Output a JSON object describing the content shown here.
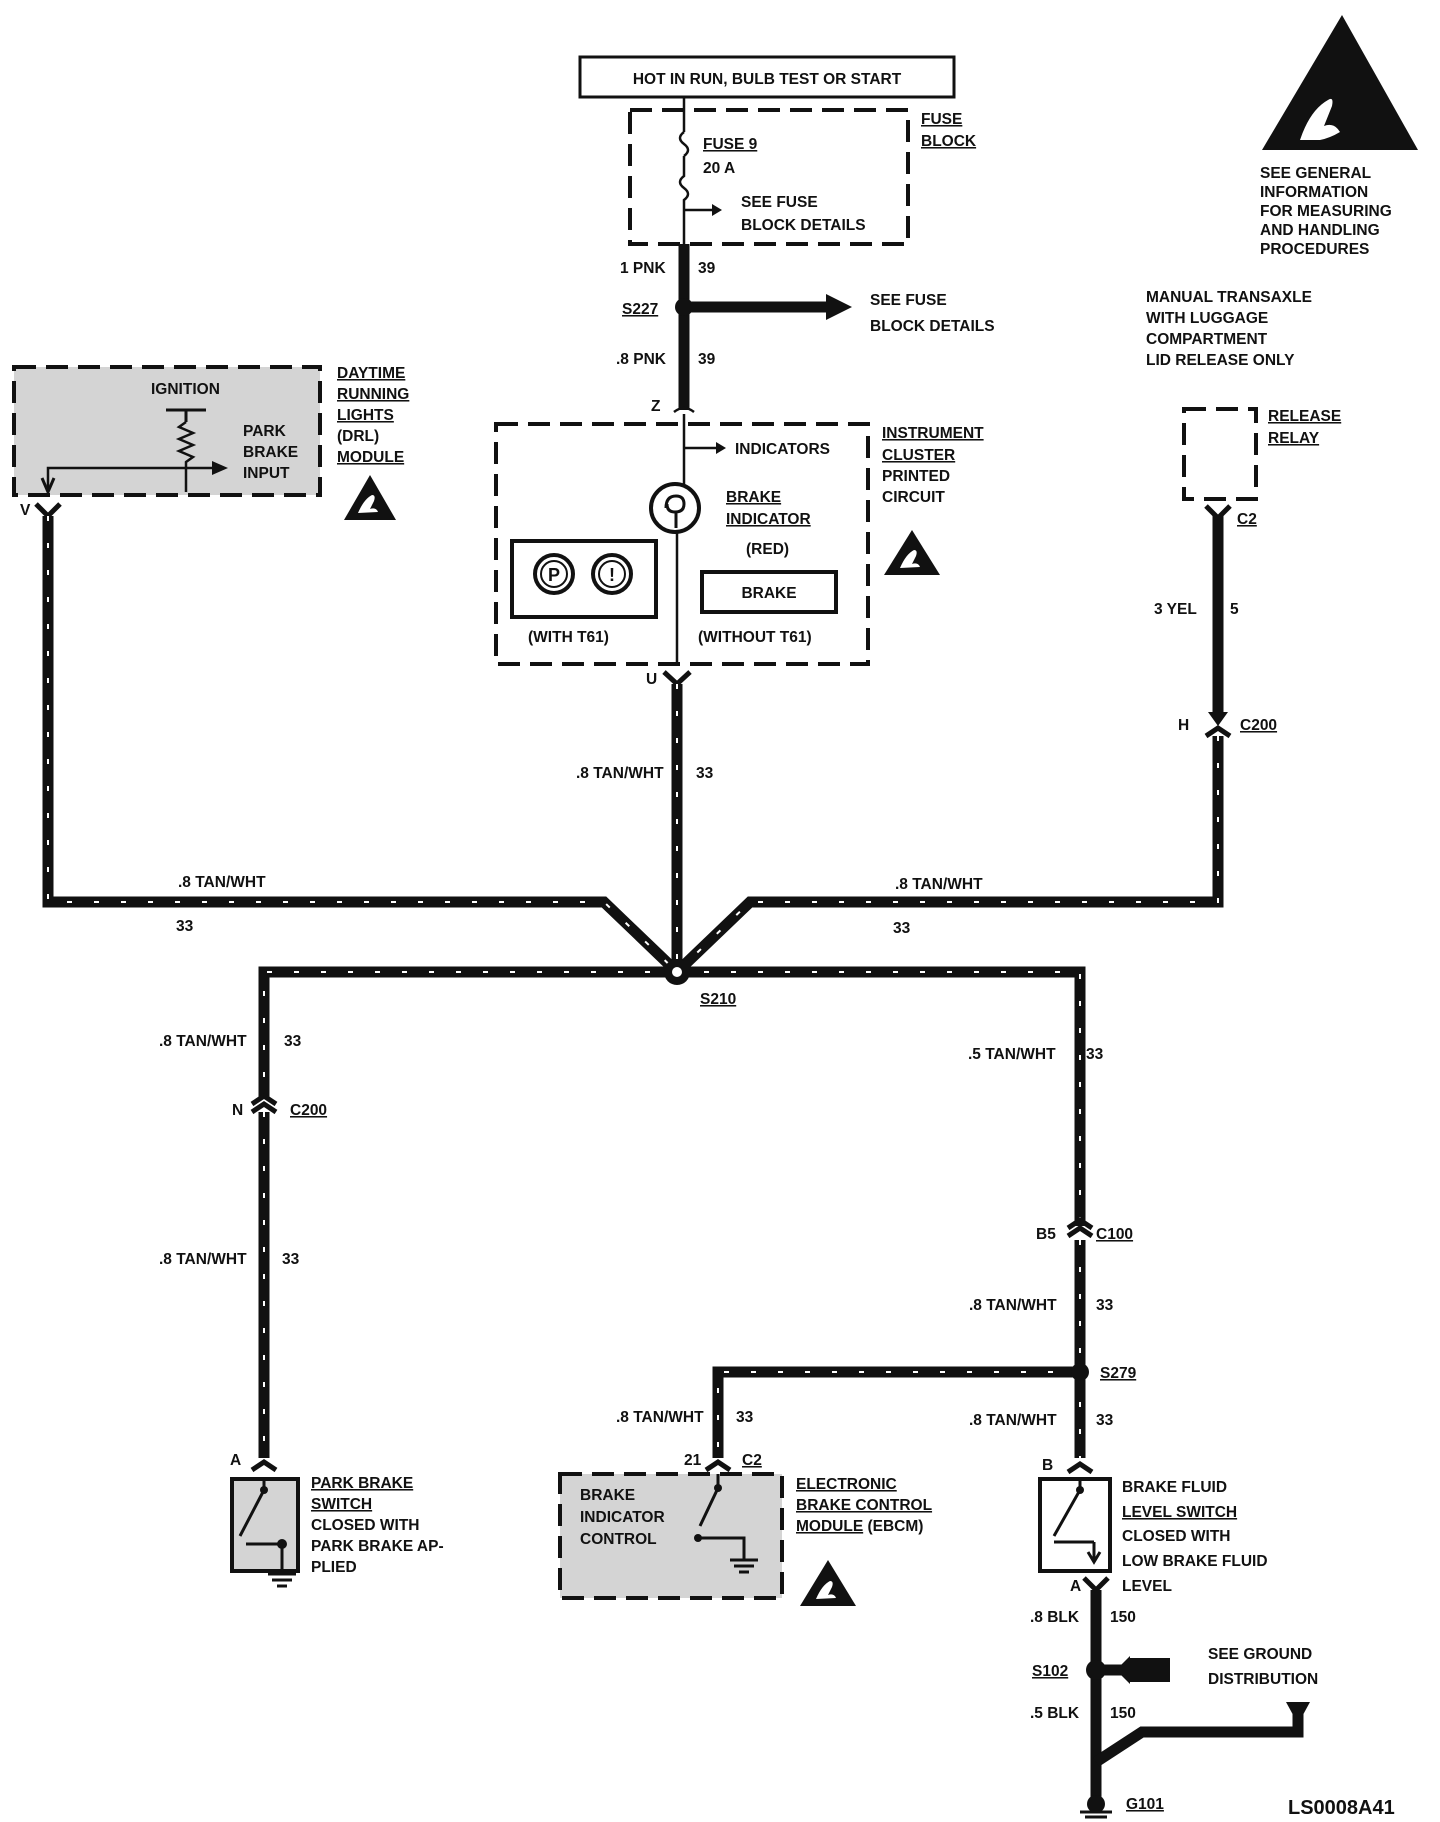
{
  "power": {
    "label": "HOT IN RUN, BULB TEST OR START"
  },
  "fuse_block": {
    "fuse": "FUSE 9",
    "rating": "20 A",
    "details": [
      "SEE FUSE",
      "BLOCK DETAILS"
    ],
    "title": [
      "FUSE",
      "BLOCK"
    ]
  },
  "esd_note": [
    "SEE GENERAL",
    "INFORMATION",
    "FOR MEASURING",
    "AND HANDLING",
    "PROCEDURES"
  ],
  "wire_top": {
    "gauge": "1 PNK",
    "circuit": "39"
  },
  "s227": {
    "label": "S227",
    "details": [
      "SEE FUSE",
      "BLOCK DETAILS"
    ]
  },
  "wire_mid": {
    "gauge": ".8 PNK",
    "circuit": "39"
  },
  "cluster": {
    "pin_in": "Z",
    "pin_out": "U",
    "indicators": "INDICATORS",
    "bulb": [
      "BRAKE",
      "INDICATOR"
    ],
    "color": "(RED)",
    "brake_text": "BRAKE",
    "icon_p": "P",
    "icon_excl": "!",
    "with": "(WITH T61)",
    "without": "(WITHOUT T61)",
    "title": [
      "INSTRUMENT",
      "CLUSTER",
      "PRINTED",
      "CIRCUIT"
    ]
  },
  "drl": {
    "ignition": "IGNITION",
    "park": [
      "PARK",
      "BRAKE",
      "INPUT"
    ],
    "title": [
      "DAYTIME",
      "RUNNING",
      "LIGHTS",
      "(DRL)",
      "MODULE"
    ],
    "pin": "V"
  },
  "transaxle_note": [
    "MANUAL TRANSAXLE",
    "WITH LUGGAGE",
    "COMPARTMENT",
    "LID RELEASE ONLY"
  ],
  "relay": {
    "title": [
      "RELEASE",
      "RELAY"
    ],
    "conn": "C2",
    "gauge": "3 YEL",
    "circuit": "5",
    "pin_h": "H",
    "conn_h": "C200"
  },
  "wire_u": {
    "gauge": ".8 TAN/WHT",
    "circuit": "33"
  },
  "wire_left_h": {
    "gauge": ".8 TAN/WHT",
    "circuit": "33"
  },
  "wire_right_h": {
    "gauge": ".8 TAN/WHT",
    "circuit": "33"
  },
  "s210": {
    "label": "S210"
  },
  "left_branch": {
    "gauge1": ".8 TAN/WHT",
    "circuit1": "33",
    "pin_n": "N",
    "conn": "C200",
    "gauge2": ".8 TAN/WHT",
    "circuit2": "33",
    "pin_a": "A"
  },
  "park_switch": {
    "title": [
      "PARK BRAKE",
      "SWITCH"
    ],
    "desc": [
      "CLOSED WITH",
      "PARK BRAKE AP-",
      "PLIED"
    ]
  },
  "right_branch": {
    "gauge1": ".5 TAN/WHT",
    "circuit1": "33",
    "pin_b5": "B5",
    "conn": "C100",
    "gauge2": ".8 TAN/WHT",
    "circuit2": "33",
    "s279": "S279",
    "gauge3": ".8 TAN/WHT",
    "circuit3": "33",
    "pin_b": "B",
    "pin_a": "A"
  },
  "ebcm": {
    "gauge": ".8 TAN/WHT",
    "circuit": "33",
    "pin": "21",
    "conn": "C2",
    "inner": [
      "BRAKE",
      "INDICATOR",
      "CONTROL"
    ],
    "title": [
      "ELECTRONIC",
      "BRAKE CONTROL",
      "MODULE"
    ],
    "title_suffix": " (EBCM)"
  },
  "fluid_switch": {
    "title": [
      "BRAKE FLUID",
      "LEVEL SWITCH"
    ],
    "desc": [
      "CLOSED WITH",
      "LOW BRAKE FLUID",
      "LEVEL"
    ]
  },
  "ground_wires": {
    "gauge1": ".8 BLK",
    "circuit1": "150",
    "s102": "S102",
    "gauge2": ".5 BLK",
    "circuit2": "150",
    "g101": "G101"
  },
  "ground_dist": [
    "SEE GROUND",
    "DISTRIBUTION"
  ],
  "doc_code": "LS0008A41"
}
